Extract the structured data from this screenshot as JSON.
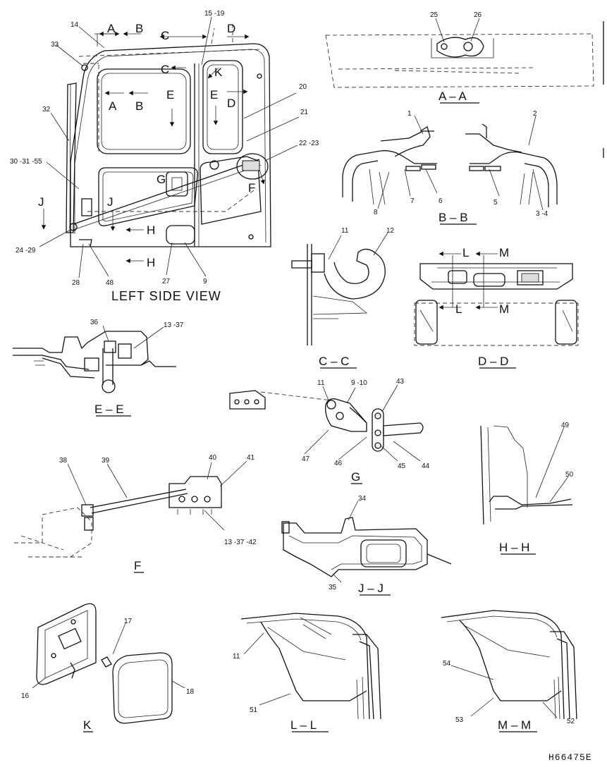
{
  "view_title": "LEFT SIDE VIEW",
  "drawing_code": "H66475E",
  "section_titles": {
    "aa": "A – A",
    "bb": "B – B",
    "cc": "C – C",
    "dd": "D – D",
    "ee": "E – E",
    "f": "F",
    "g": "G",
    "hh": "H – H",
    "jj": "J – J",
    "k": "K",
    "ll": "L – L",
    "mm": "M – M"
  },
  "cut_letters": {
    "A": "A",
    "B": "B",
    "C": "C",
    "D": "D",
    "E": "E",
    "F": "F",
    "G": "G",
    "H": "H",
    "J": "J",
    "K": "K",
    "L": "L",
    "M": "M"
  },
  "callouts": {
    "c1": "1",
    "c2": "2",
    "c3_4": "3 -4",
    "c5": "5",
    "c6": "6",
    "c7": "7",
    "c8": "8",
    "c9": "9",
    "c9_10": "9 -10",
    "c11": "11",
    "c12": "12",
    "c13_37": "13 -37",
    "c13_37_42": "13 -37 -42",
    "c14": "14",
    "c15_19": "15 -19",
    "c16": "16",
    "c17": "17",
    "c18": "18",
    "c20": "20",
    "c21": "21",
    "c22_23": "22 -23",
    "c24_29": "24 -29",
    "c25": "25",
    "c26": "26",
    "c27": "27",
    "c28": "28",
    "c30_31_55": "30 -31 -55",
    "c32": "32",
    "c33": "33",
    "c34": "34",
    "c35": "35",
    "c36": "36",
    "c38": "38",
    "c39": "39",
    "c40": "40",
    "c41": "41",
    "c43": "43",
    "c44": "44",
    "c45": "45",
    "c46": "46",
    "c47": "47",
    "c48": "48",
    "c49": "49",
    "c50": "50",
    "c51": "51",
    "c52": "52",
    "c53": "53",
    "c54": "54"
  }
}
